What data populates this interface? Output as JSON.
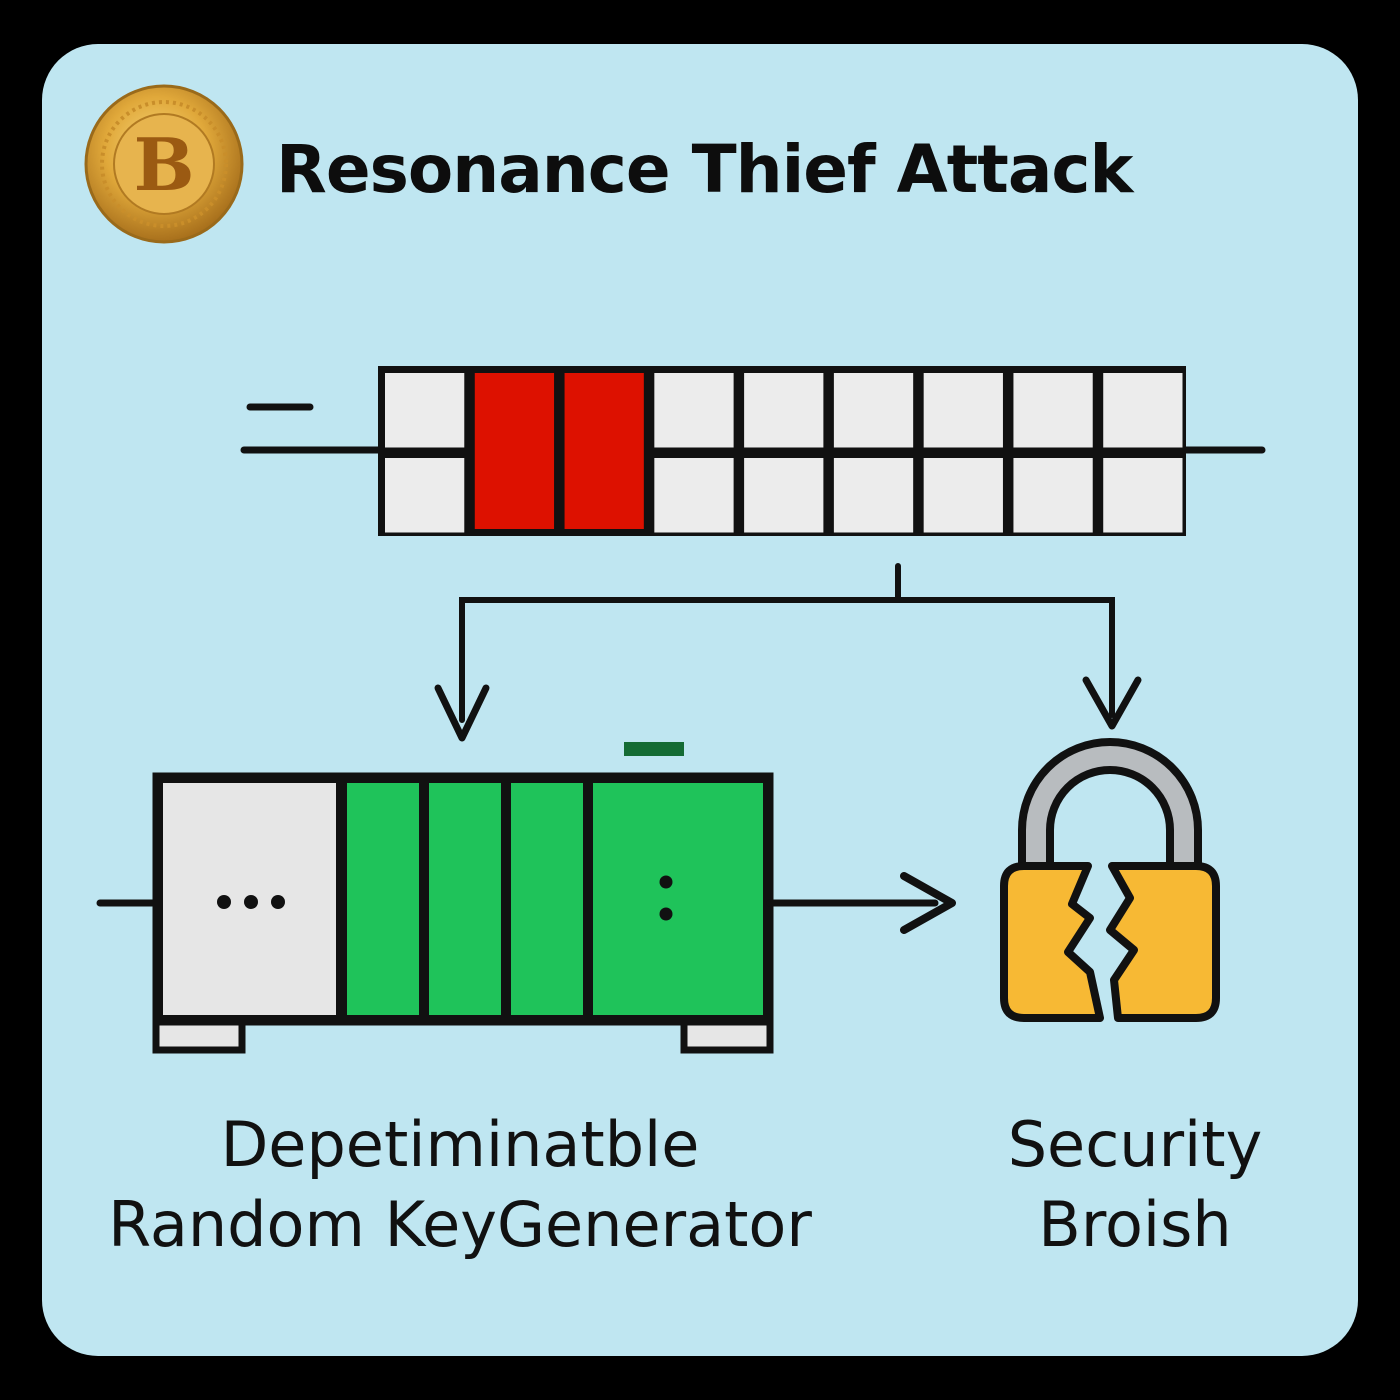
{
  "title": "Resonance Thief Attack",
  "logo": {
    "icon": "bitcoin-coin-icon",
    "glyph": "B",
    "color": "#d99a2b"
  },
  "key_array": {
    "rows": 2,
    "cols": 9,
    "highlight_cols": [
      1,
      2
    ],
    "highlight_color": "#dd1100",
    "cell_color": "#ececec"
  },
  "generator": {
    "label_line1": "Depetiminatble",
    "label_line2": "Random KeyGenerator",
    "color": "#1fc35a",
    "grey_color": "#e6e6e6"
  },
  "security": {
    "label_line1": "Security",
    "label_line2": "Broish",
    "lock_color": "#f7b934",
    "shackle_color": "#b8bcbf",
    "icon": "broken-lock-icon"
  },
  "colors": {
    "background": "#bfe6f1",
    "ink": "#111111"
  }
}
